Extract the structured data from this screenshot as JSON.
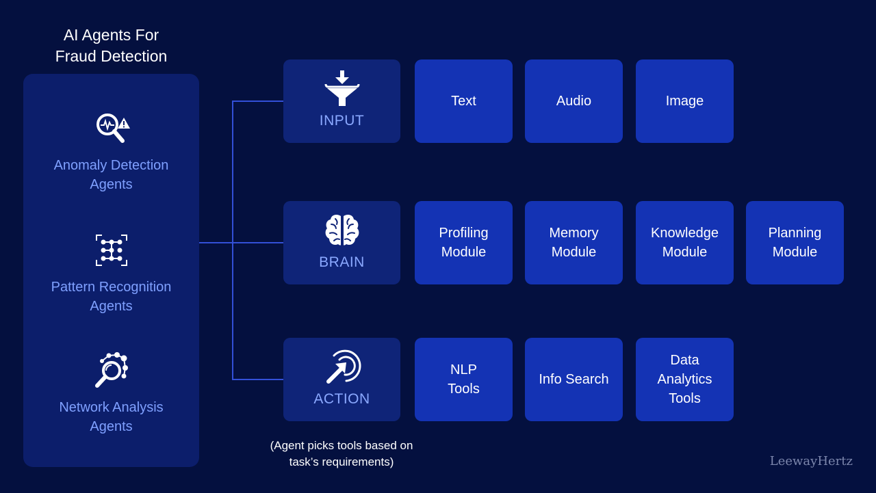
{
  "title": {
    "line1": "AI Agents For",
    "line2": "Fraud Detection"
  },
  "agents": [
    {
      "icon": "anomaly-search-icon",
      "line1": "Anomaly Detection",
      "line2": "Agents"
    },
    {
      "icon": "pattern-grid-icon",
      "line1": "Pattern Recognition",
      "line2": "Agents"
    },
    {
      "icon": "network-search-icon",
      "line1": "Network Analysis",
      "line2": "Agents"
    }
  ],
  "categories": [
    {
      "label": "INPUT",
      "icon": "funnel-icon",
      "modules": [
        {
          "lines": [
            "Text"
          ]
        },
        {
          "lines": [
            "Audio"
          ]
        },
        {
          "lines": [
            "Image"
          ]
        }
      ]
    },
    {
      "label": "BRAIN",
      "icon": "brain-icon",
      "modules": [
        {
          "lines": [
            "Profiling",
            "Module"
          ]
        },
        {
          "lines": [
            "Memory",
            "Module"
          ]
        },
        {
          "lines": [
            "Knowledge",
            "Module"
          ]
        },
        {
          "lines": [
            "Planning",
            "Module"
          ]
        }
      ]
    },
    {
      "label": "ACTION",
      "icon": "cursor-target-icon",
      "modules": [
        {
          "lines": [
            "NLP",
            "Tools"
          ]
        },
        {
          "lines": [
            "Info Search"
          ]
        },
        {
          "lines": [
            "Data",
            "Analytics",
            "Tools"
          ]
        }
      ]
    }
  ],
  "note": {
    "line1": "(Agent picks tools based on",
    "line2": "task’s requirements)"
  },
  "watermark": "LeewayHertz",
  "colors": {
    "background": "#04103f",
    "panel": "#0c1e6b",
    "category_box": "#0f2478",
    "module_box": "#1433b4",
    "accent_text": "#7fa0ff",
    "connector": "#3350d8"
  }
}
